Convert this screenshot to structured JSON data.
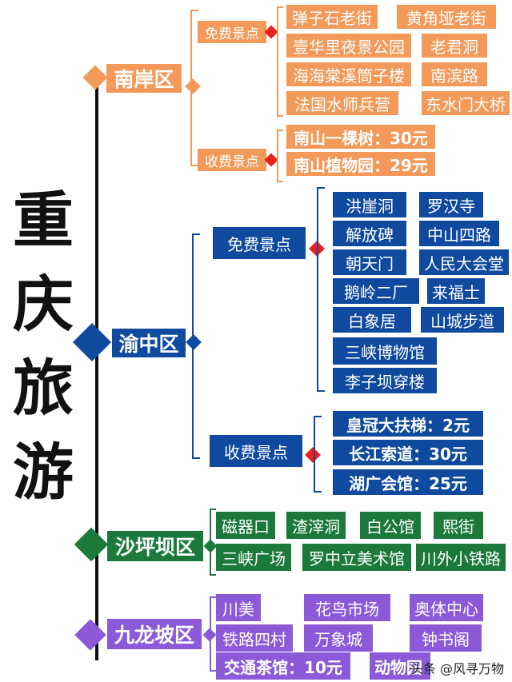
{
  "title_chars": [
    "重",
    "庆",
    "旅",
    "游"
  ],
  "colors": {
    "nanan": "#f39a5a",
    "yuzhong": "#0f4a9e",
    "shapingba": "#1b7a3b",
    "jiulongpo": "#8c5ad8",
    "diamond_red": "#e8201e",
    "spine": "#111111"
  },
  "districts": {
    "nanan": {
      "name": "南岸区",
      "free_label": "免费景点",
      "free": [
        "弹子石老街",
        "黄角垭老街",
        "壹华里夜景公园",
        "老君洞",
        "海海棠溪筒子楼",
        "南滨路",
        "法国水师兵营",
        "东水门大桥"
      ],
      "paid_label": "收费景点",
      "paid": [
        "南山一棵树：30元",
        "南山植物园：29元"
      ]
    },
    "yuzhong": {
      "name": "渝中区",
      "free_label": "免费景点",
      "free": [
        "洪崖洞",
        "罗汉寺",
        "解放碑",
        "中山四路",
        "朝天门",
        "人民大会堂",
        "鹅岭二厂",
        "来福士",
        "白象居",
        "山城步道",
        "三峡博物馆",
        "李子坝穿楼"
      ],
      "paid_label": "收费景点",
      "paid": [
        "皇冠大扶梯：2元",
        "长江索道：30元",
        "湖广会馆：25元"
      ]
    },
    "shapingba": {
      "name": "沙坪坝区",
      "items": [
        "磁器口",
        "渣滓洞",
        "白公馆",
        "熙街",
        "三峡广场",
        "罗中立美术馆",
        "川外小铁路"
      ]
    },
    "jiulongpo": {
      "name": "九龙坡区",
      "items": [
        "川美",
        "花鸟市场",
        "奥体中心",
        "铁路四村",
        "万象城",
        "钟书阁",
        "交通茶馆：10元",
        "动物园"
      ]
    }
  },
  "watermark": "头条 @风寻万物"
}
